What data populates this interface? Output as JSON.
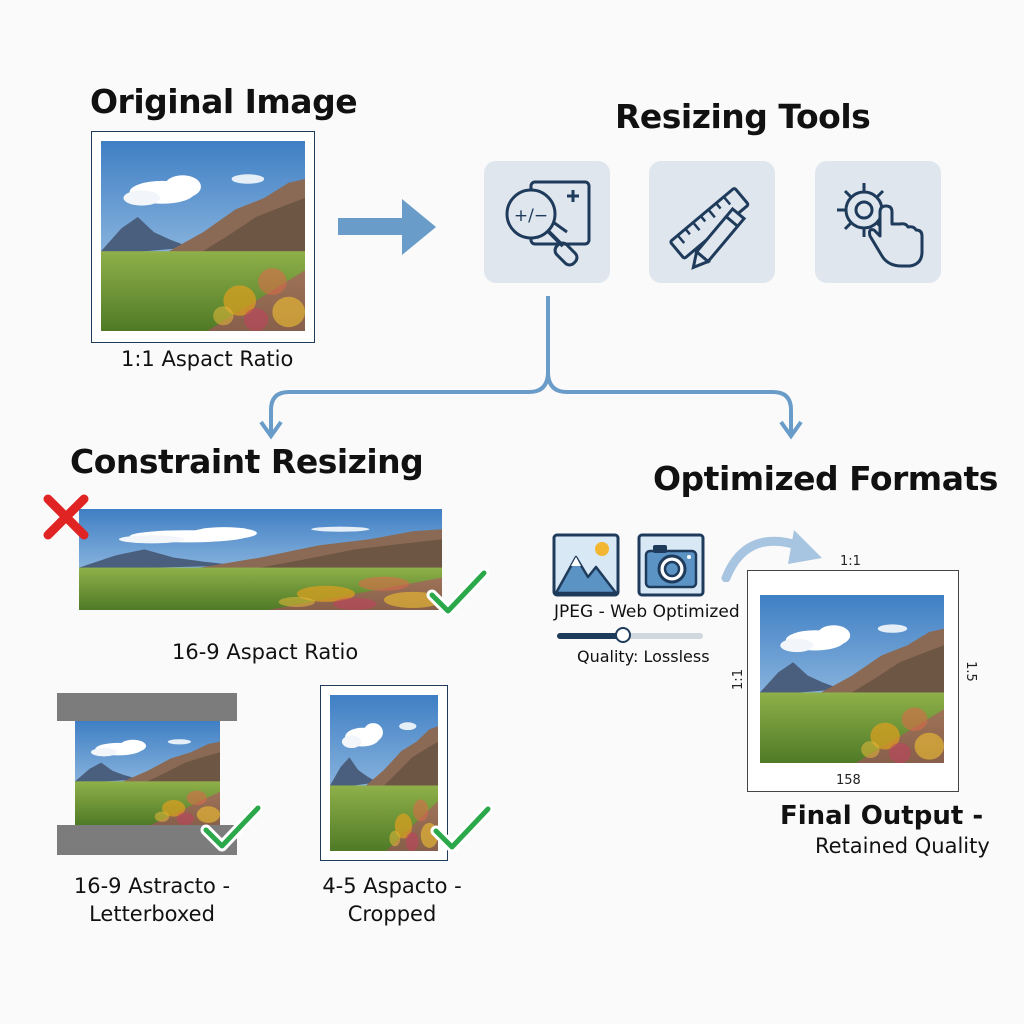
{
  "original": {
    "title": "Original Image",
    "caption": "1:1 Aspact Ratio"
  },
  "tools": {
    "title": "Resizing Tools",
    "items": [
      {
        "icon": "zoom-adjust-icon"
      },
      {
        "icon": "ruler-pencil-icon"
      },
      {
        "icon": "gear-hand-icon"
      }
    ]
  },
  "constraint": {
    "title": "Constraint Resizing",
    "wide_caption": "16-9 Aspact Ratio",
    "letterbox_caption_1": "16-9 Astracto -",
    "letterbox_caption_2": "Letterboxed",
    "cropped_caption_1": "4-5 Aspacto -",
    "cropped_caption_2": "Cropped"
  },
  "formats": {
    "title": "Optimized Formats",
    "format_label": "JPEG - Web Optimized",
    "quality_label": "Quality: Lossless",
    "quality_slider": 0.45
  },
  "final": {
    "dim_top": "1:1",
    "dim_left": "1:1",
    "dim_right": "1.5",
    "dim_bottom": "158",
    "caption_1": "Final Output -",
    "caption_2": "Retained Quality"
  },
  "colors": {
    "arrow": "#6a9cc9",
    "navy": "#1f3b5b",
    "check": "#2aa84a",
    "cross": "#e02424",
    "tile": "#dfe6ee"
  }
}
